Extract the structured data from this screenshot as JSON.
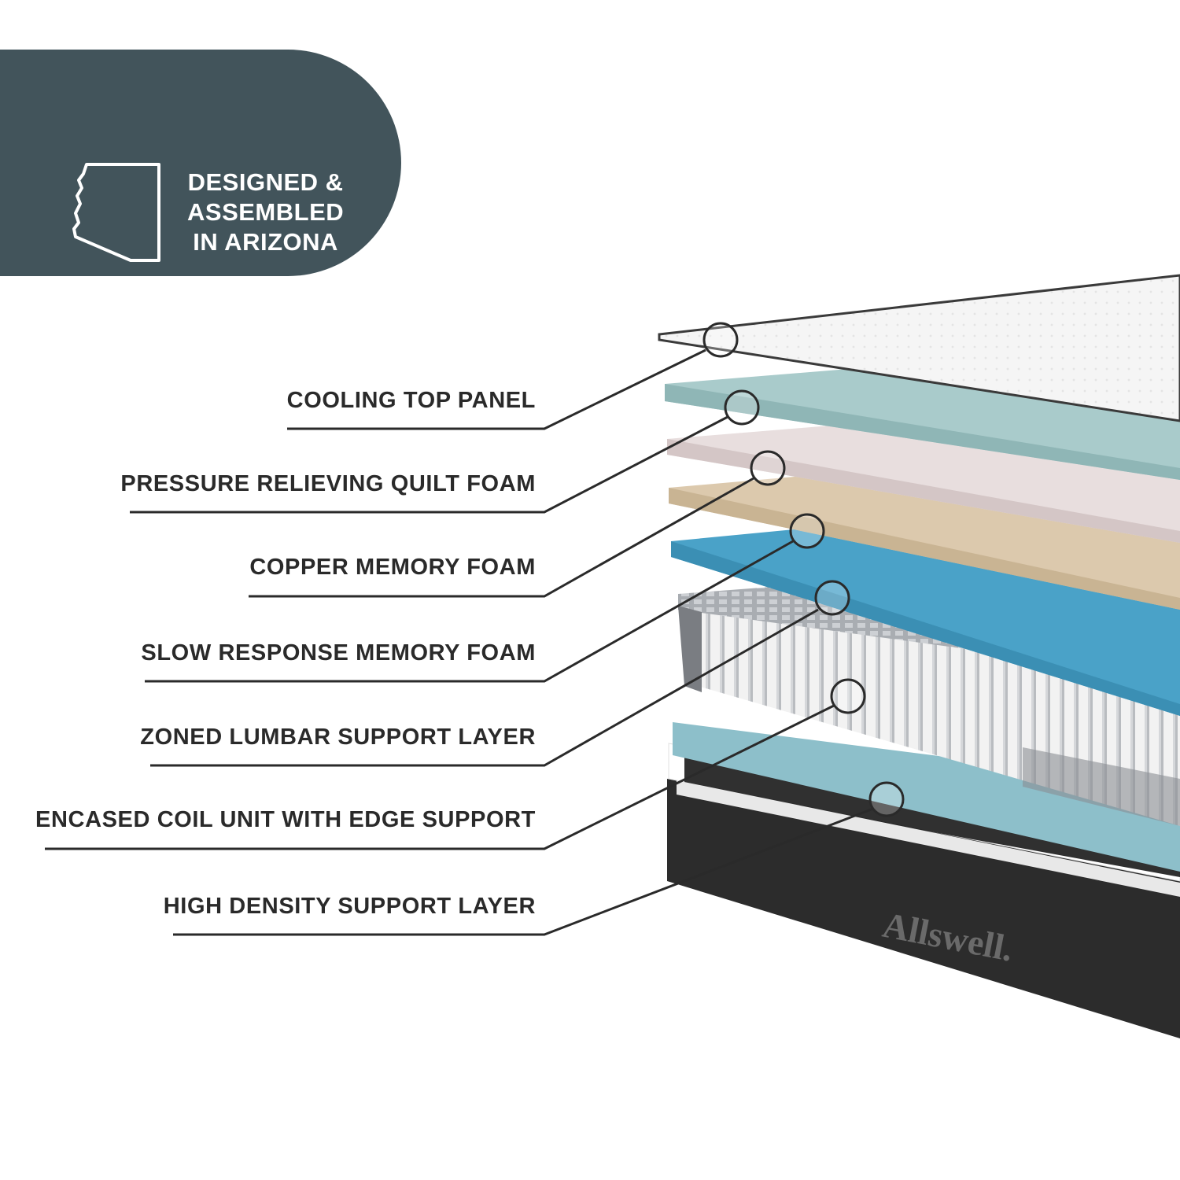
{
  "badge": {
    "lines": [
      "DESIGNED &",
      "ASSEMBLED",
      "IN ARIZONA"
    ],
    "icon": "arizona-outline-icon",
    "color": "#42545b"
  },
  "layers": [
    {
      "label": "COOLING TOP PANEL",
      "color": "#f4f4f4"
    },
    {
      "label": "PRESSURE RELIEVING QUILT FOAM",
      "color": "#a9cbcb"
    },
    {
      "label": "COPPER MEMORY FOAM",
      "color": "#e8dede"
    },
    {
      "label": "SLOW RESPONSE MEMORY FOAM",
      "color": "#dcc9ad"
    },
    {
      "label": "ZONED LUMBAR SUPPORT LAYER",
      "color": "#4aa2c8"
    },
    {
      "label": "ENCASED COIL UNIT WITH EDGE SUPPORT",
      "color": "#c9ccd0"
    },
    {
      "label": "HIGH DENSITY SUPPORT LAYER",
      "color": "#8dbfca"
    }
  ],
  "brand": {
    "name": "Allswell.",
    "base_color": "#2c2c2c"
  }
}
